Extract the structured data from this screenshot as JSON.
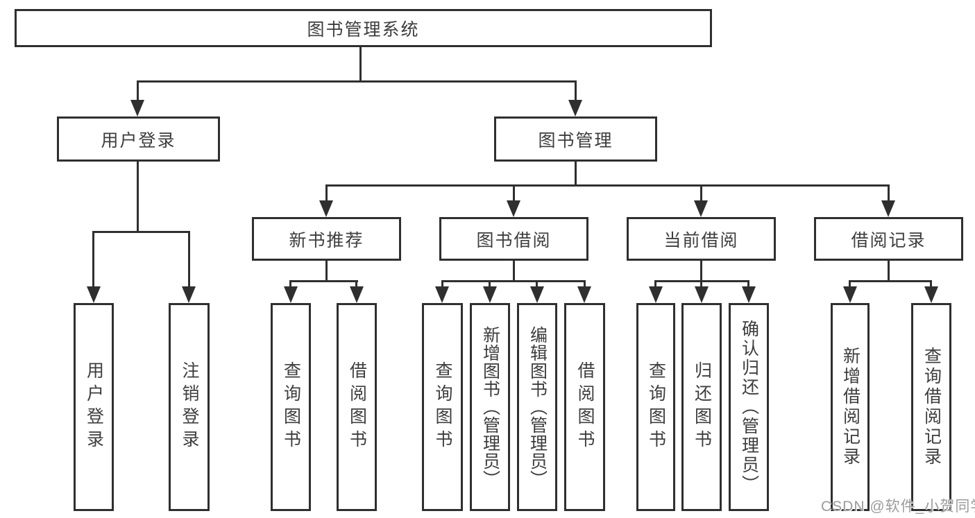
{
  "colors": {
    "line": "#2f2f2f",
    "text": "#3d3d3d",
    "background": "#ffffff",
    "watermark_text_color": "#9b9b9b"
  },
  "tree": {
    "root": {
      "label": "图书管理系统"
    },
    "user_login": {
      "label": "用户登录",
      "leaves": [
        "用户登录",
        "注销登录"
      ]
    },
    "book_management": {
      "label": "图书管理",
      "sections": [
        {
          "label": "新书推荐",
          "leaves": [
            "查询图书",
            "借阅图书"
          ]
        },
        {
          "label": "图书借阅",
          "leaves": [
            "查询图书",
            "新增图书（管理员）",
            "编辑图书（管理员）",
            "借阅图书"
          ]
        },
        {
          "label": "当前借阅",
          "leaves": [
            "查询图书",
            "归还图书",
            "确认归还（管理员）"
          ]
        },
        {
          "label": "借阅记录",
          "leaves": [
            "新增借阅记录",
            "查询借阅记录"
          ]
        }
      ]
    }
  },
  "watermark": {
    "text": "CSDN @软件_小贺同学"
  }
}
